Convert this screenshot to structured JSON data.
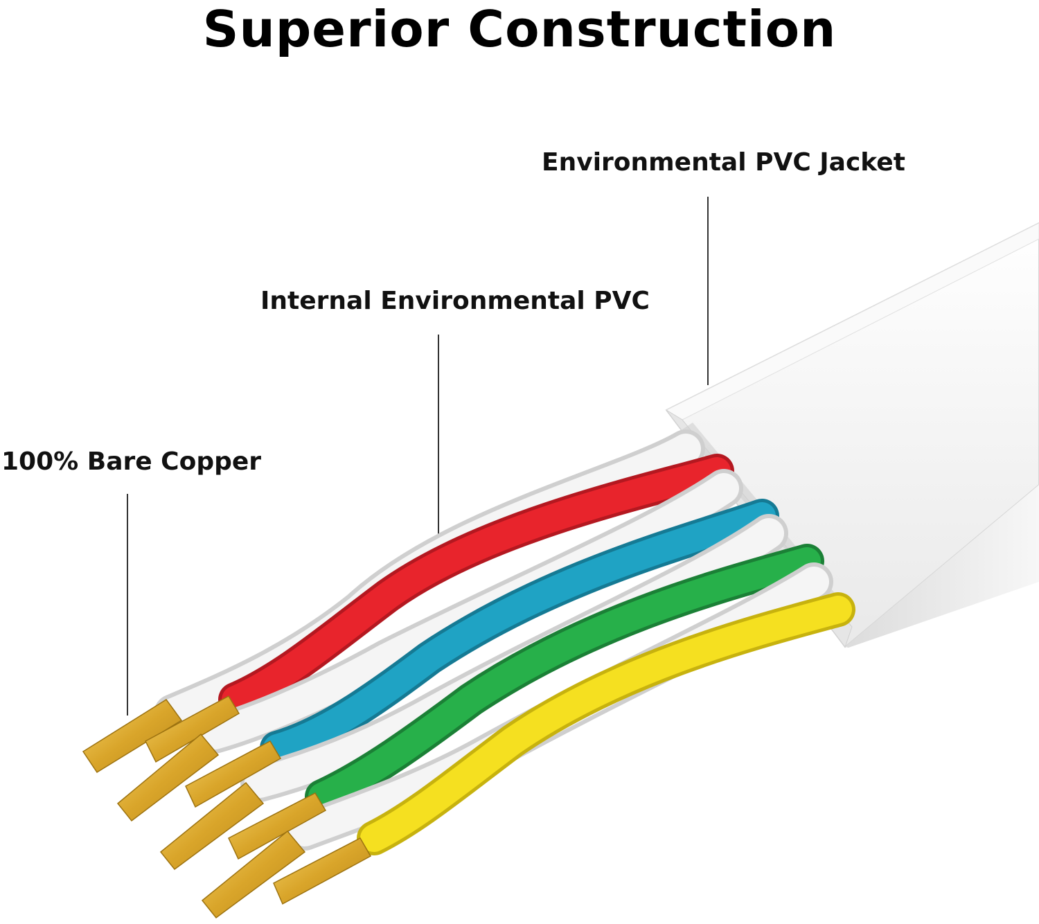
{
  "title": "Superior Construction",
  "labels": {
    "jacket": "Environmental PVC Jacket",
    "internal": "Internal Environmental PVC",
    "copper": "100% Bare Copper"
  },
  "colors": {
    "jacket": "#f4f4f4",
    "white_wire": "#f2f2f2",
    "red": "#e8242c",
    "blue": "#1fa3c4",
    "green": "#27b04a",
    "yellow": "#f5e020",
    "copper": "#e0b43a"
  }
}
